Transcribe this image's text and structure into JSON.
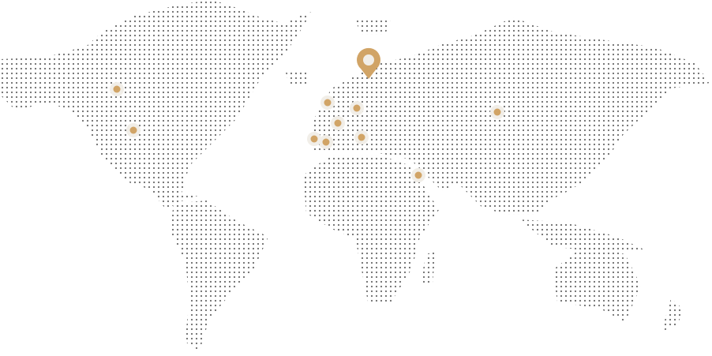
{
  "colors": {
    "dot": "#6b6b6b",
    "marker": "#d1a466",
    "marker_halo": "#f1eee8",
    "pin": "#d1a466",
    "pin_center": "#f1eee8"
  },
  "markers": [
    {
      "name": "marker-canada-west"
    },
    {
      "name": "marker-usa-central"
    },
    {
      "name": "marker-uk"
    },
    {
      "name": "marker-germany"
    },
    {
      "name": "marker-france"
    },
    {
      "name": "marker-portugal"
    },
    {
      "name": "marker-spain"
    },
    {
      "name": "marker-italy"
    },
    {
      "name": "marker-middle-east"
    },
    {
      "name": "marker-central-asia"
    }
  ],
  "pin": {
    "name": "location-pin-scandinavia"
  }
}
